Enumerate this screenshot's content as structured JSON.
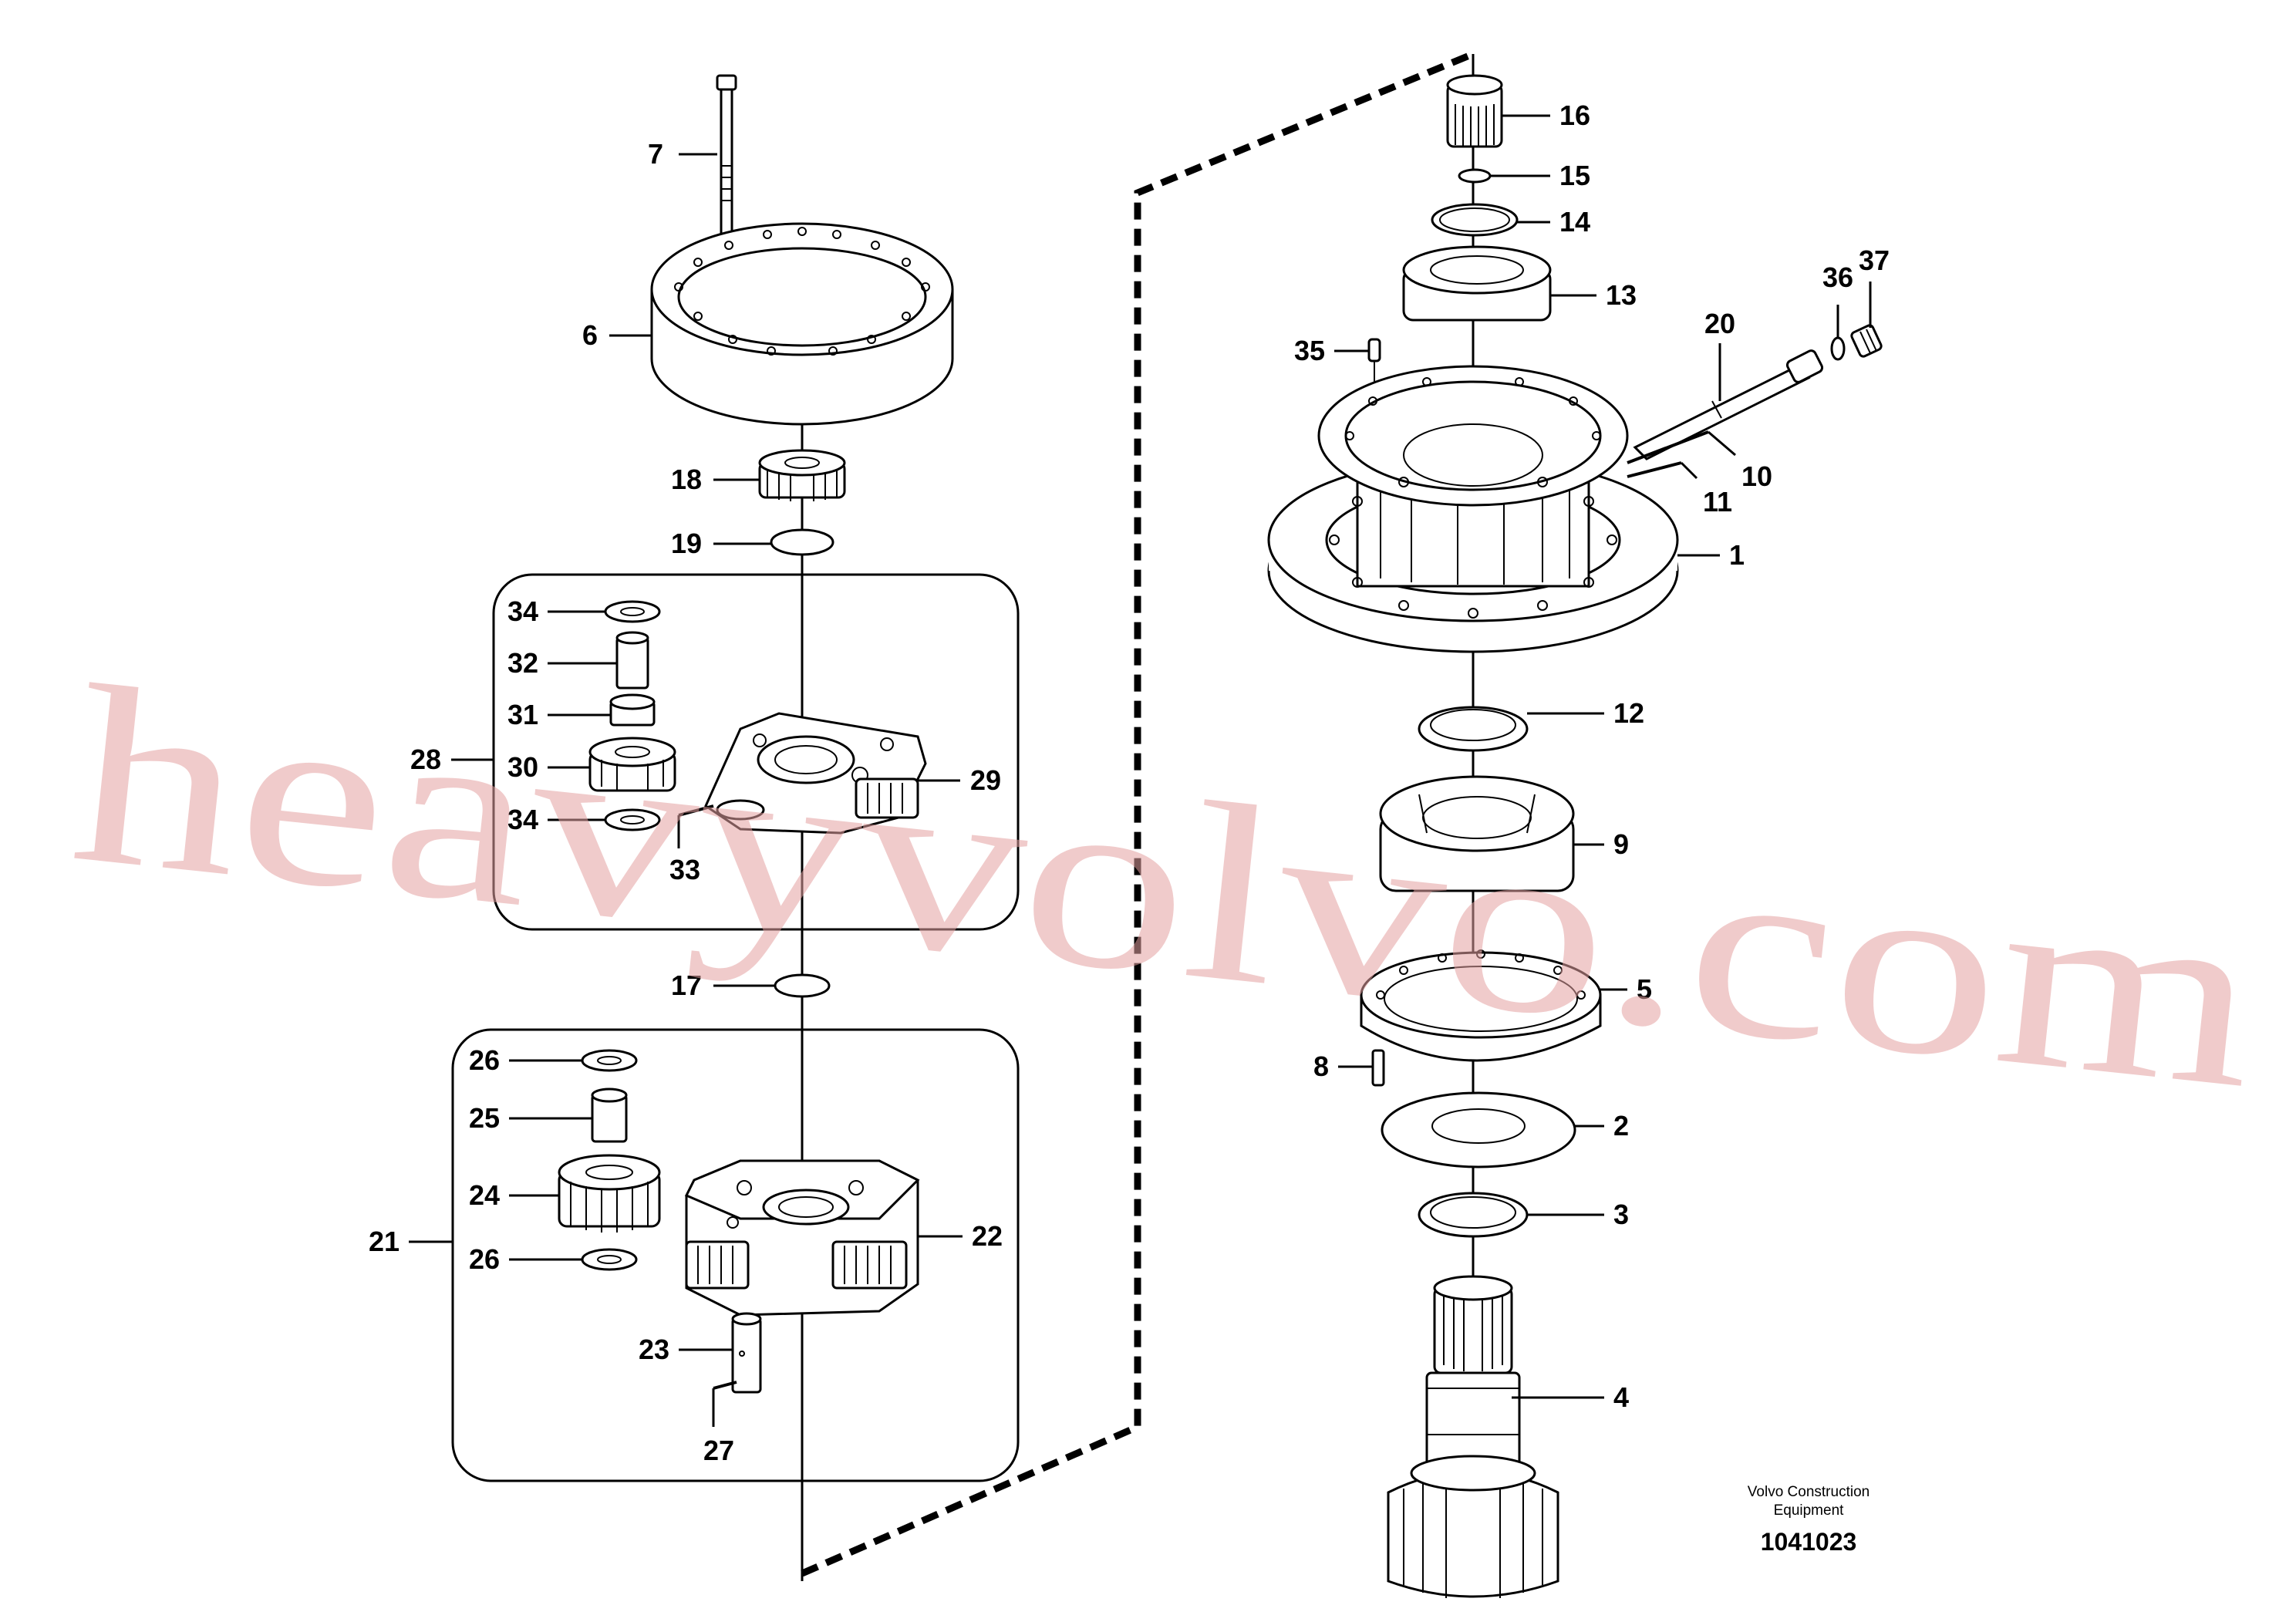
{
  "diagram": {
    "parts": {
      "p1": "1",
      "p2": "2",
      "p3": "3",
      "p4": "4",
      "p5": "5",
      "p6": "6",
      "p7": "7",
      "p8": "8",
      "p9": "9",
      "p10": "10",
      "p11": "11",
      "p12": "12",
      "p13": "13",
      "p14": "14",
      "p15": "15",
      "p16": "16",
      "p17": "17",
      "p18": "18",
      "p19": "19",
      "p20": "20",
      "p21": "21",
      "p22": "22",
      "p23": "23",
      "p24": "24",
      "p25": "25",
      "p26a": "26",
      "p26b": "26",
      "p27": "27",
      "p28": "28",
      "p29": "29",
      "p30": "30",
      "p31": "31",
      "p32": "32",
      "p33": "33",
      "p34a": "34",
      "p34b": "34",
      "p35": "35",
      "p36": "36",
      "p37": "37"
    },
    "footer": {
      "company_line1": "Volvo Construction",
      "company_line2": "Equipment",
      "drawing_number": "1041023"
    },
    "watermark": "heavyvolvo.com"
  },
  "colors": {
    "line": "#000000",
    "background": "#ffffff",
    "watermark": "#e4a0a0"
  }
}
